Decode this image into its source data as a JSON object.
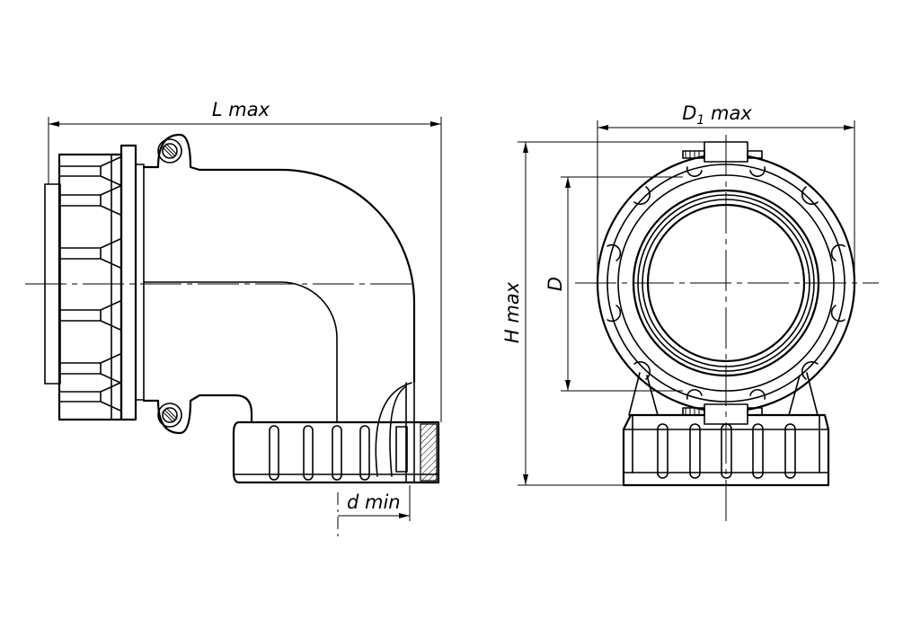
{
  "labels": {
    "length_max": "L max",
    "outer_diameter_symbol": "D",
    "outer_diameter_subscript": "1",
    "outer_diameter_suffix": " max",
    "diameter": "D",
    "height_max": "H max",
    "cable_diameter_min": "d min"
  }
}
